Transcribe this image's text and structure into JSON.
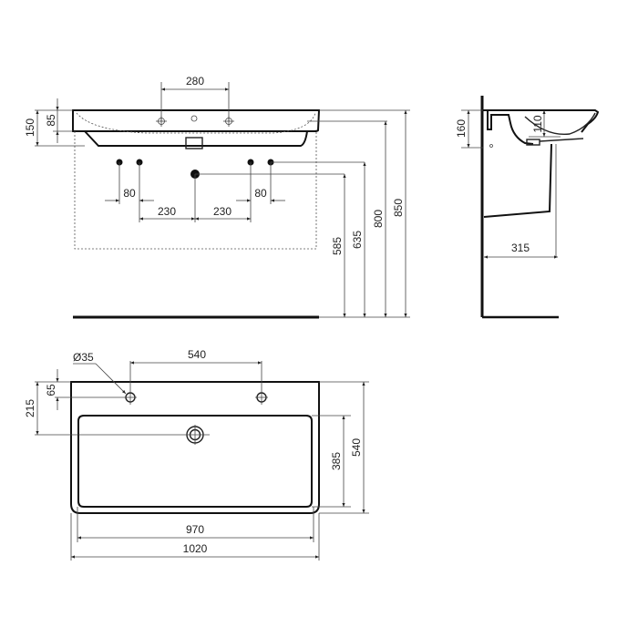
{
  "drawing": {
    "title": "Washbasin technical dimension drawing",
    "units": "mm",
    "views": [
      "front-elevation",
      "side-elevation",
      "top-plan"
    ]
  },
  "front_view": {
    "tap_hole_spacing": "280",
    "rim_height": "85",
    "total_height": "150",
    "waste_height": "585",
    "supply_height": "635",
    "rim_mount_height": "800",
    "top_height": "850",
    "supply_offset_left": "80",
    "supply_offset_right": "80",
    "waste_to_supply_left": "230",
    "waste_to_supply_right": "230"
  },
  "side_view": {
    "basin_height": "160",
    "bowl_depth": "110",
    "pedestal_projection": "315"
  },
  "top_view": {
    "tap_hole_diameter": "Ø35",
    "tap_hole_spacing": "540",
    "tap_hole_offset": "65",
    "waste_offset": "215",
    "bowl_depth": "385",
    "total_depth": "540",
    "bowl_width": "970",
    "total_width": "1020"
  },
  "colors": {
    "line": "#111111",
    "background": "#ffffff"
  }
}
